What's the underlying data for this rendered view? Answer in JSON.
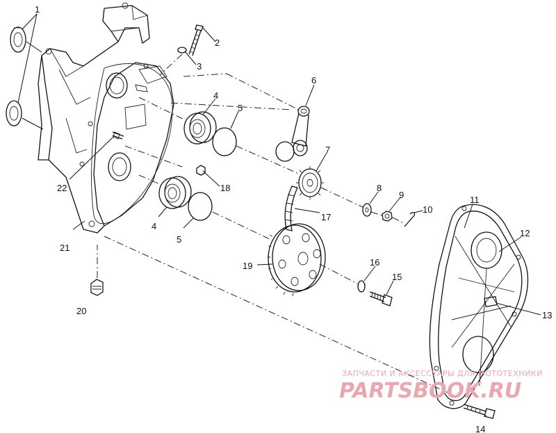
{
  "callouts": [
    {
      "id": "1",
      "label": "1"
    },
    {
      "id": "2",
      "label": "2"
    },
    {
      "id": "3",
      "label": "3"
    },
    {
      "id": "4a",
      "label": "4"
    },
    {
      "id": "4b",
      "label": "4"
    },
    {
      "id": "5a",
      "label": "5"
    },
    {
      "id": "5b",
      "label": "5"
    },
    {
      "id": "6",
      "label": "6"
    },
    {
      "id": "7",
      "label": "7"
    },
    {
      "id": "8",
      "label": "8"
    },
    {
      "id": "9",
      "label": "9"
    },
    {
      "id": "10",
      "label": "10"
    },
    {
      "id": "11",
      "label": "11"
    },
    {
      "id": "12",
      "label": "12"
    },
    {
      "id": "13",
      "label": "13"
    },
    {
      "id": "14",
      "label": "14"
    },
    {
      "id": "15",
      "label": "15"
    },
    {
      "id": "16",
      "label": "16"
    },
    {
      "id": "17",
      "label": "17"
    },
    {
      "id": "18",
      "label": "18"
    },
    {
      "id": "19",
      "label": "19"
    },
    {
      "id": "20",
      "label": "20"
    },
    {
      "id": "21",
      "label": "21"
    },
    {
      "id": "22",
      "label": "22"
    }
  ],
  "watermark": {
    "line1": "ЗАПЧАСТИ И АКСЕССУАРЫ ДЛЯ МОТОТЕХНИКИ",
    "line2": "PARTSBOOK.RU"
  }
}
